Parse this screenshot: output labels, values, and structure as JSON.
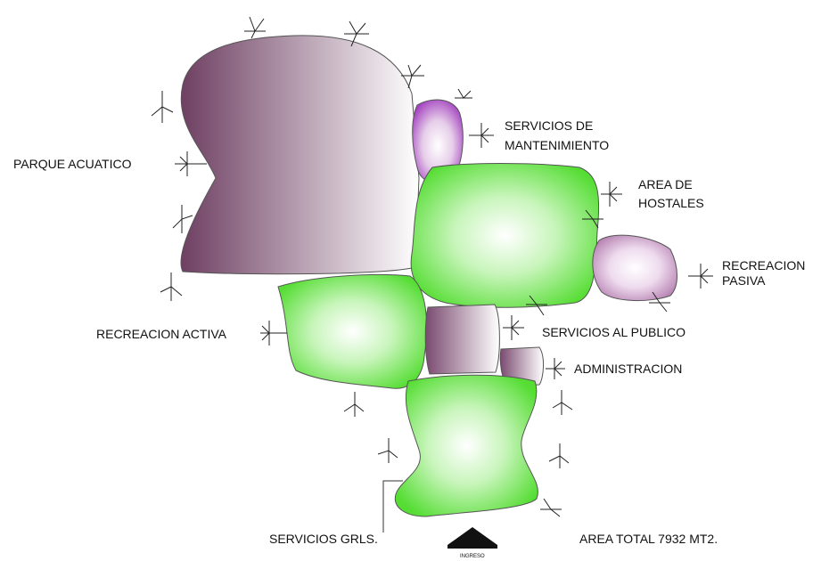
{
  "diagram": {
    "zones": {
      "parque_acuatico": "PARQUE ACUATICO",
      "servicios_mantenimiento": [
        "SERVICIOS DE",
        "MANTENIMIENTO"
      ],
      "area_hostales": [
        "AREA DE",
        "HOSTALES"
      ],
      "recreacion_pasiva": [
        "RECREACION",
        "PASIVA"
      ],
      "recreacion_activa": "RECREACION ACTIVA",
      "servicios_publico": "SERVICIOS AL PUBLICO",
      "administracion": "ADMINISTRACION",
      "servicios_grls": "SERVICIOS GRLS."
    },
    "ingreso": "INGRESO",
    "area_total": "AREA TOTAL 7932 MT2."
  },
  "colors": {
    "purple_dark": "#6e3f62",
    "purple_light": "#ffffff",
    "violet": "#a444c0",
    "lilac": "#b57fb0",
    "green": "#55dd33",
    "green_light": "#ffffff"
  }
}
